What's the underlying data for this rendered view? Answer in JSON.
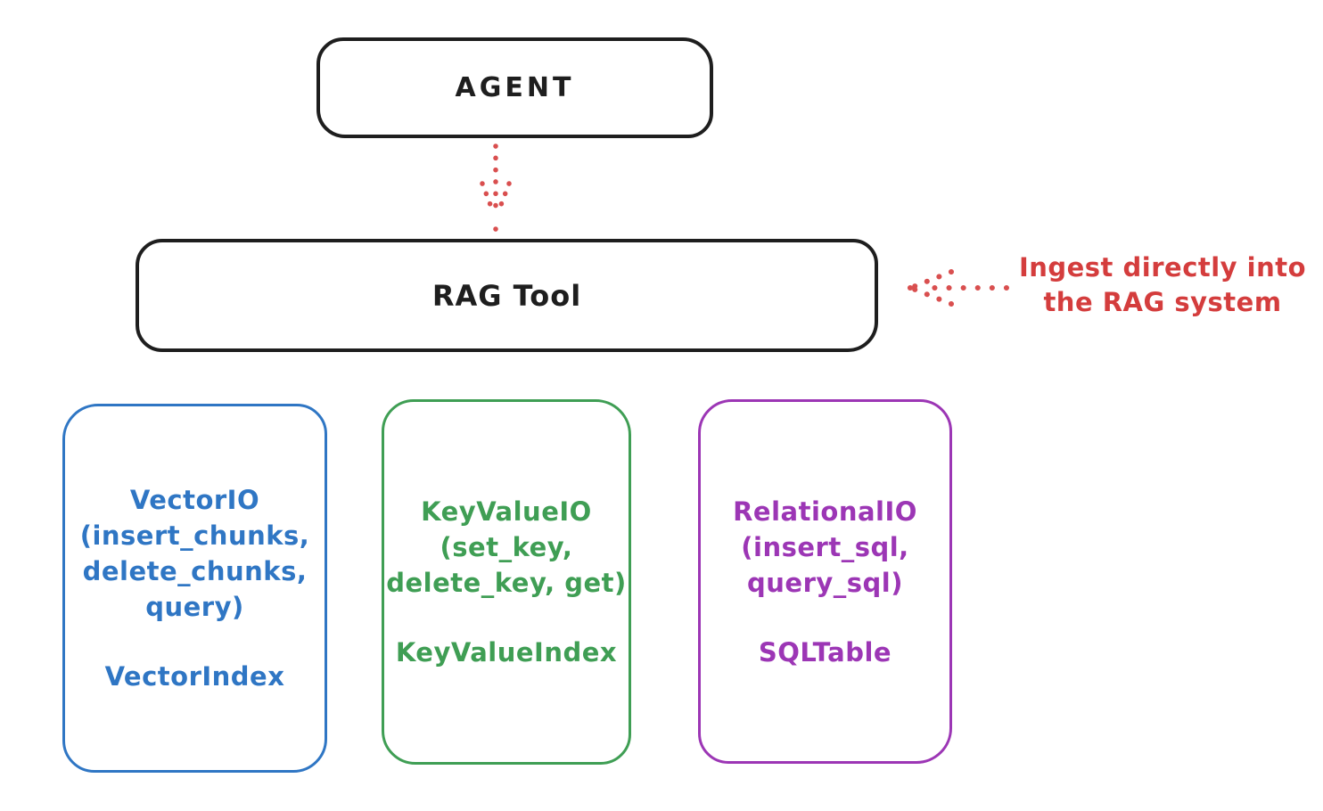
{
  "canvas": {
    "background": "#ffffff"
  },
  "colors": {
    "ink": "#1e1e1e",
    "red": "#d43d3d",
    "blue": "#2f76c4",
    "green": "#3f9e54",
    "purple": "#9c36b5"
  },
  "nodes": {
    "agent": {
      "label": "AGENT"
    },
    "rag_tool": {
      "label": "RAG Tool"
    },
    "vector": {
      "line1": "VectorIO",
      "line2": "(insert_chunks,",
      "line3": "delete_chunks,",
      "line4": "query)",
      "footer": "VectorIndex"
    },
    "keyvalue": {
      "line1": "KeyValueIO",
      "line2": "(set_key,",
      "line3": "delete_key, get)",
      "footer": "KeyValueIndex"
    },
    "relational": {
      "line1": "RelationalIO",
      "line2": "(insert_sql,",
      "line3": "query_sql)",
      "footer": "SQLTable"
    }
  },
  "annotation": {
    "line1": "Ingest directly into",
    "line2": "the RAG system"
  },
  "arrows": {
    "agent_to_rag": {
      "style": "dotted",
      "color": "#d94f4f",
      "direction": "down"
    },
    "ingest": {
      "style": "dotted",
      "color": "#d94f4f",
      "direction": "left"
    }
  }
}
